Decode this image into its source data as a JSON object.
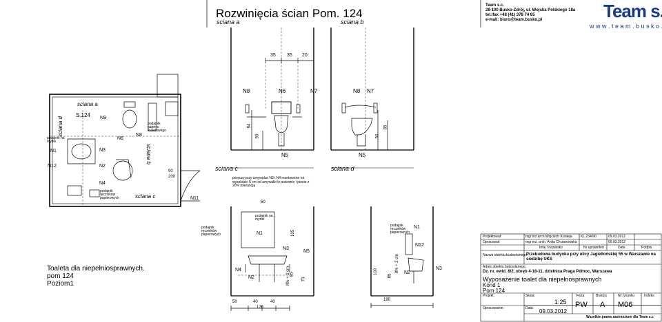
{
  "header": {
    "title": "Rozwinięcia ścian Pom. 124",
    "wall_a": "sciana a",
    "wall_b": "sciana b",
    "company_name": "Team s.c.",
    "company_address": "28-100 Busko-Zdrój, ul. Wojska Polskiego 18a",
    "company_phone": "tel./fax +48 (41) 378 74 65",
    "company_email": "e-mail: biuro@team.busko.pl",
    "logo_text": "Team s.c.",
    "logo_url": "w w w . t e a m . b u s k o . p l"
  },
  "plan": {
    "wall_a": "sciana a",
    "wall_b": "sciana b",
    "wall_c": "sciana c",
    "wall_d": "sciana d",
    "room_code": "S.124",
    "labels": [
      "N9",
      "N1",
      "N3",
      "N6",
      "N8",
      "N12",
      "N2",
      "N4",
      "N11"
    ],
    "soap_dispenser": "podajnik na mydło",
    "towel_dispenser": "podajnik ręczników papierowych",
    "paper_dispenser": "podajnik papieru toaletowego",
    "dim_90": "90",
    "dim_200": "200"
  },
  "elevation_ab": {
    "top_dims": [
      "35",
      "35",
      "20"
    ],
    "labels_a": [
      "N8",
      "N6",
      "N7",
      "N5"
    ],
    "labels_b": [
      "N8",
      "N7",
      "N5"
    ],
    "dim_84": "84",
    "dim_50a": "50",
    "dim_50b": "50",
    "dim_85": "85"
  },
  "elevation_cd": {
    "wall_c": "sciana c",
    "wall_d": "sciana d",
    "note": "poręczy przy umywalce N3 i N4 montowane na wysokości 5 cm od umywalki w poziomie i pionie z 20% tolerancją",
    "dim_60": "60",
    "soap": "podajnik na mydło",
    "towel_c": "podajnik ręczników papierowych",
    "towel_d": "podajnik ręczników papierowych",
    "labels_c": [
      "N1",
      "N3",
      "N5",
      "N4",
      "N2"
    ],
    "labels_d": [
      "N1",
      "N12",
      "N2",
      "N3"
    ],
    "dims_c": [
      "105",
      "85",
      "70",
      "8% ÷ 2 cm",
      "50",
      "40",
      "40",
      "170"
    ],
    "dims_d": [
      "100",
      "85",
      "8% ÷ 2 cm",
      "190"
    ]
  },
  "caption": {
    "line1": "Toaleta dla niepełniosprawnych.",
    "line2": "pom 124",
    "line3": "Poziom1"
  },
  "title_block": {
    "designed_label": "Projektował:",
    "designed_name": "mgr inż.arch.Wojciech Kuraeja",
    "designed_lic": "KL.234/90",
    "designed_date": "09.03.2012",
    "drafted_label": "Opracował:",
    "drafted_name": "mgr inż. arch. Anita Chrzanowska",
    "drafted_date": "09.03.2012",
    "col_name": "Imię i nazwisko",
    "col_lic": "Nr uprawnień",
    "col_date": "Data",
    "col_sign": "Podpis",
    "object_label": "Nazwa obiektu budowlanego:",
    "object_name": "Przebudowa budynku przy ulicy Jagiellońskiej 55 w Warszawie na siedzibę UKS",
    "address_label": "Adres obiektu budowlanego:",
    "address": "Dz. nr. ewid. 8/2, obręb 4-18-11, dzielnica Praga Północ, Warszawa",
    "drawing_title": "Wyposażenie toalet dla niepełnosprawnych",
    "floor": "Kond 1",
    "room": "Pom 124",
    "project_label": "Projekt:",
    "scale_label": "Skala:",
    "scale": "1:25",
    "phase_label": "Faza",
    "phase": "PW",
    "branch_label": "Branża",
    "branch": "A",
    "drawing_no_label": "Nr rysunku",
    "drawing_no": "M06",
    "index_label": "Indeks",
    "prepared_label": "Opracowanie:",
    "date_label": "Data:",
    "date": "09.03.2012",
    "copyright": "Wszelkie prawa zastrzeżone dla Team s.c"
  }
}
